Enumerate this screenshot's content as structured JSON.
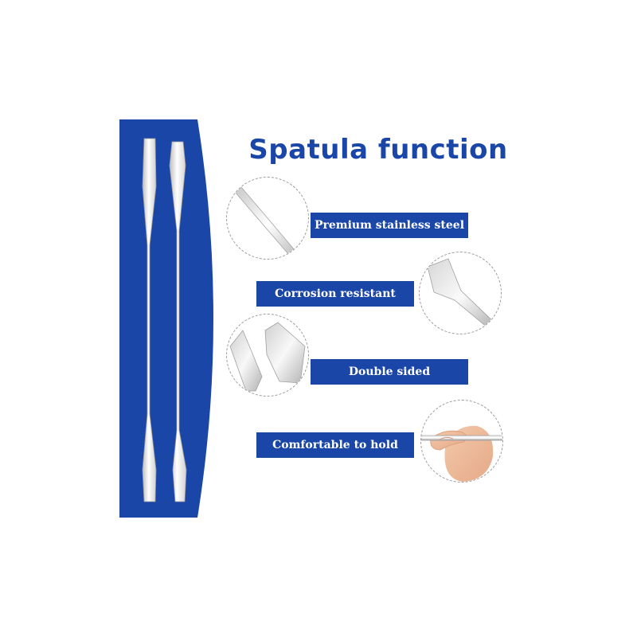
{
  "title": "Spatula function",
  "features": [
    {
      "label": "Premium stainless steel",
      "icon": "steel-rod-closeup-icon"
    },
    {
      "label": "Corrosion resistant",
      "icon": "spatula-tip-closeup-icon"
    },
    {
      "label": "Double sided",
      "icon": "double-sided-tips-icon"
    },
    {
      "label": "Comfortable to hold",
      "icon": "hand-holding-icon"
    }
  ],
  "colors": {
    "brand_blue": "#1a46a8",
    "bar_text": "#ffffff",
    "steel_light": "#f2f2f2",
    "steel_dark": "#b8b8b8",
    "circle_border": "#9a9a9a"
  }
}
